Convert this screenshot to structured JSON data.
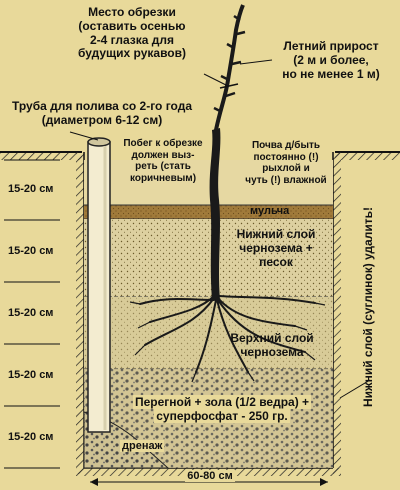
{
  "labels": {
    "pruning_place": [
      "Место обрезки",
      "(оставить осенью",
      "2-4 глазка для",
      "будущих рукавов)"
    ],
    "summer_growth": [
      "Летний прирост",
      "(2 м и более,",
      "но не менее 1 м)"
    ],
    "watering_pipe": [
      "Труба для полива со 2-го года",
      "(диаметром 6-12 см)"
    ],
    "shoot_note": [
      "Побег к обрезке",
      "должен выз-",
      "реть (стать",
      "коричневым)"
    ],
    "soil_note": [
      "Почва д/быть",
      "постоянно (!)",
      "рыхлой и",
      "чуть (!) влажной"
    ],
    "mulch": "мульча",
    "lower_layer": [
      "Нижний слой",
      "чернозема +",
      "песок"
    ],
    "upper_layer": [
      "Верхний слой",
      "чернозема"
    ],
    "humus_layer": [
      "Перегной + зола (1/2 ведра) +",
      "суперфосфат - 250 гр."
    ],
    "drainage": "дренаж",
    "width": "60-80 см",
    "remove_subsoil": "Нижний слой (суглинок) удалить!"
  },
  "depths": [
    "15-20 см",
    "15-20 см",
    "15-20 см",
    "15-20 см",
    "15-20 см"
  ],
  "colors": {
    "background": "#e8d99a",
    "mulch": "#a07a3a",
    "soil_light": "#ddd0a0",
    "pipe": "#f3ecd0",
    "plant": "#1a1a1a"
  }
}
